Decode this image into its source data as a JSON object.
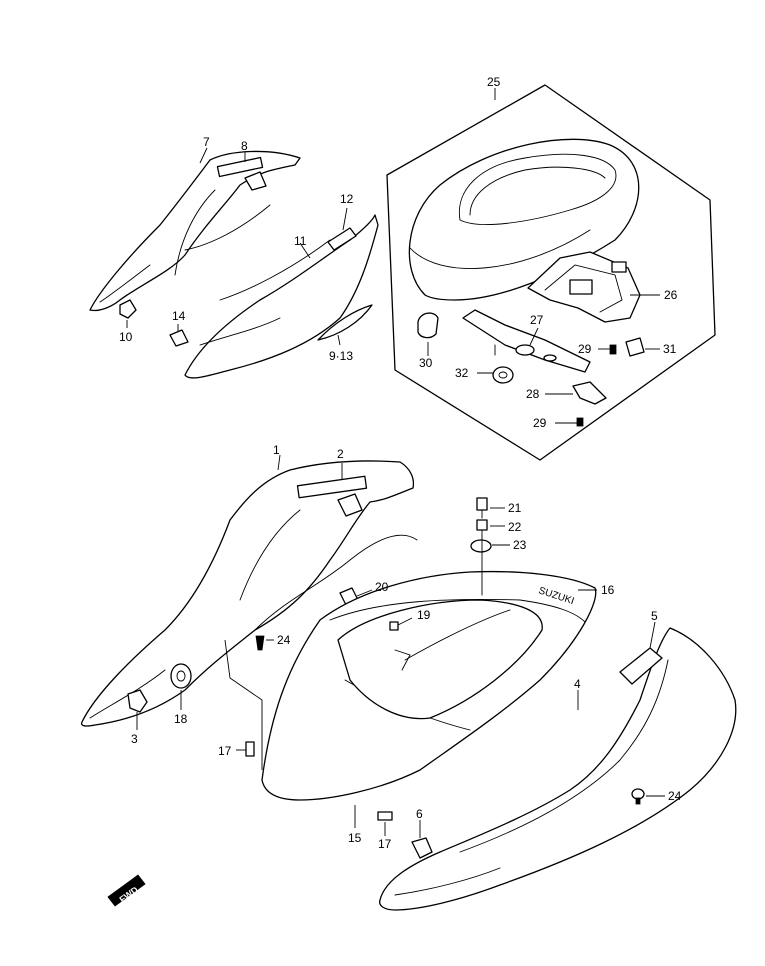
{
  "callouts": {
    "c1": "1",
    "c2": "2",
    "c3": "3",
    "c4": "4",
    "c5": "5",
    "c6": "6",
    "c7": "7",
    "c8": "8",
    "c10": "10",
    "c11": "11",
    "c12": "12",
    "c9_13": "9·13",
    "c14": "14",
    "c15": "15",
    "c16": "16",
    "c17a": "17",
    "c17b": "17",
    "c18": "18",
    "c19": "19",
    "c20": "20",
    "c21": "21",
    "c22": "22",
    "c23": "23",
    "c24a": "24",
    "c24b": "24",
    "c25": "25",
    "c26": "26",
    "c27": "27",
    "c28": "28",
    "c29a": "29",
    "c29b": "29",
    "c30": "30",
    "c31": "31",
    "c32": "32"
  },
  "direction_badge": "FWD",
  "tail_logo": "SUZUKI"
}
